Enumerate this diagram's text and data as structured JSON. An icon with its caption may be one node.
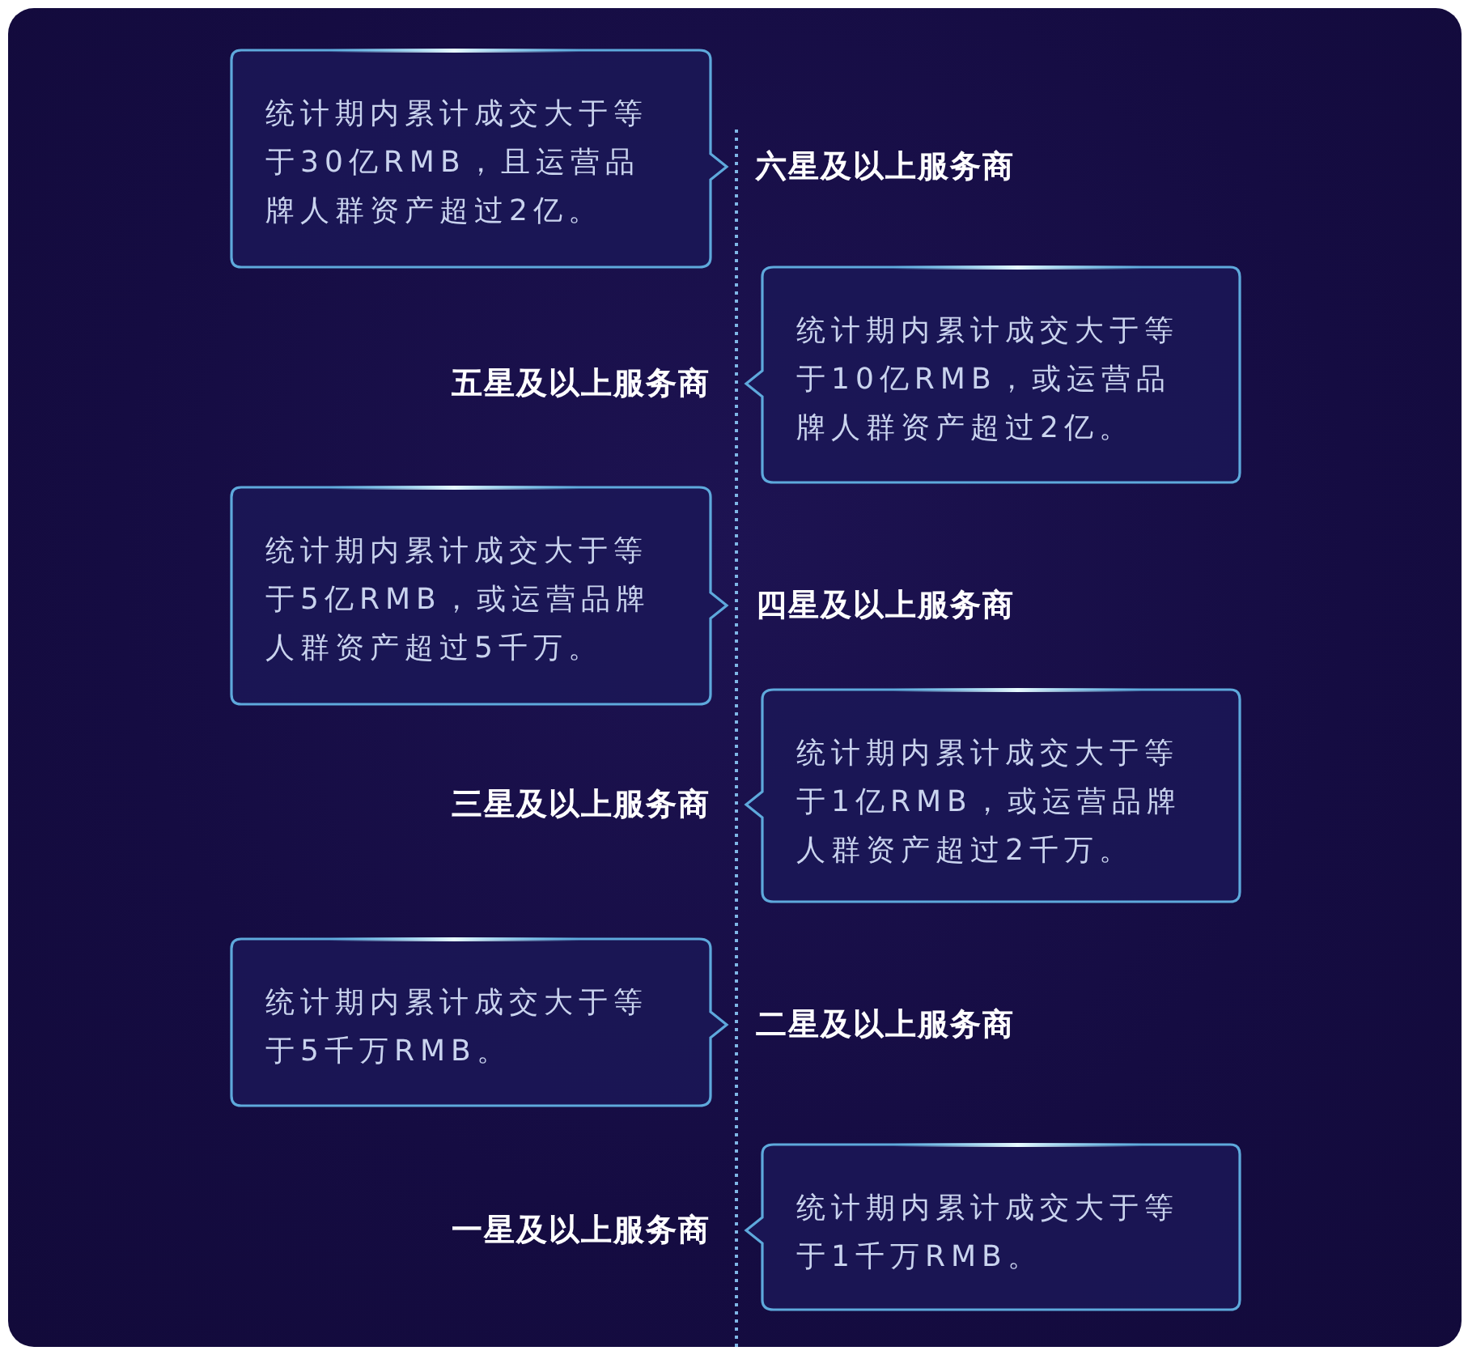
{
  "diagram": {
    "nodes": [
      {
        "text": [
          "统计期内累计成交大于等于30亿RMB，且运营品牌人群资产超过2亿。"
        ],
        "beside": [
          "六星及以上服务商"
        ]
      },
      {
        "text": [
          "统计期内累计成交大于等于10亿RMB，或运营品牌人群资产超过2亿。"
        ],
        "beside": [
          "五星及以上服务商"
        ]
      },
      {
        "text": [
          "统计期内累计成交大于等于5亿RMB，或运营品牌人群资产超过5千万。"
        ],
        "beside": [
          "四星及以上服务商"
        ]
      },
      {
        "text": [
          "统计期内累计成交大于等于1亿RMB，或运营品牌人群资产超过2千万。"
        ],
        "beside": [
          "三星及以上服务商"
        ]
      },
      {
        "text": [
          "统计期内累计成交大于等于5千万RMB。"
        ],
        "beside": [
          "二星及以上服务商"
        ]
      },
      {
        "text": [
          "统计期内累计成交大于等于1千万RMB。"
        ],
        "beside": [
          "一星及以上服务商"
        ]
      }
    ]
  }
}
